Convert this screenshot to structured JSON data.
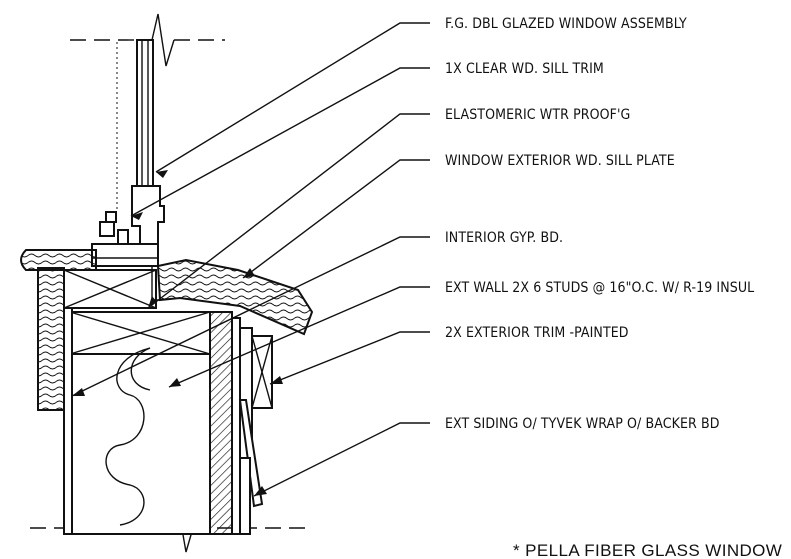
{
  "callouts": [
    {
      "text": "F.G. DBL GLAZED WINDOW ASSEMBLY"
    },
    {
      "text": "1X CLEAR WD. SILL TRIM"
    },
    {
      "text": "ELASTOMERIC WTR PROOF'G"
    },
    {
      "text": "WINDOW EXTERIOR  WD. SILL PLATE"
    },
    {
      "text": "INTERIOR GYP. BD."
    },
    {
      "text": "EXT WALL 2X 6 STUDS @ 16\"O.C. W/ R-19 INSUL"
    },
    {
      "text": "2X EXTERIOR TRIM -PAINTED"
    },
    {
      "text": "EXT SIDING O/ TYVEK WRAP O/ BACKER BD"
    }
  ],
  "note": "* PELLA FIBER GLASS WINDOW"
}
